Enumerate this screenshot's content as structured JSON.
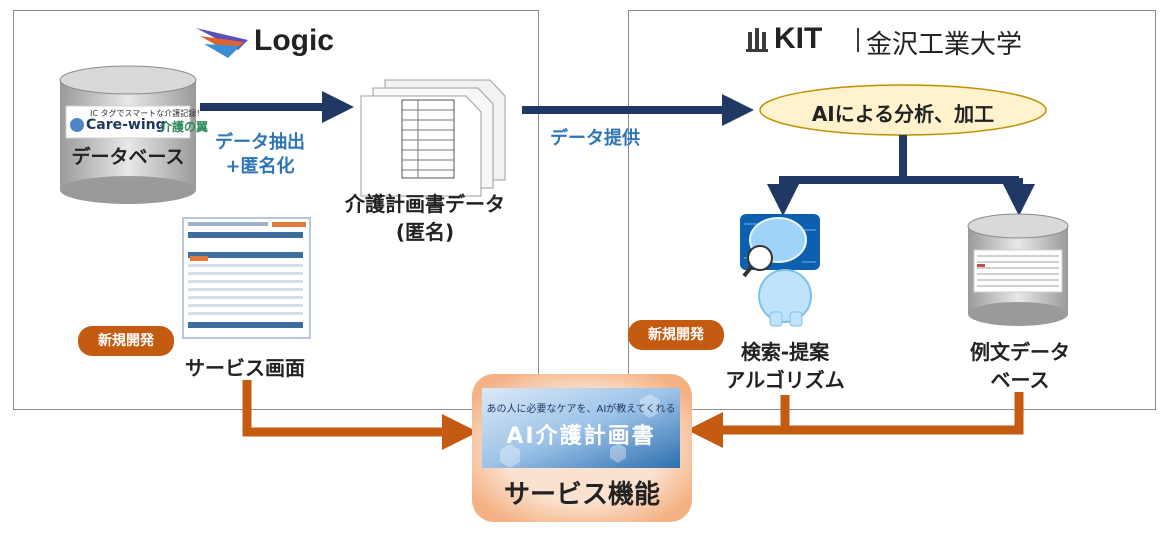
{
  "logos": {
    "logic": "Logic",
    "kit_mark": "KIT",
    "kit_name": "金沢工業大学"
  },
  "left": {
    "careWing_small": "IC タグでスマートな介護記録！",
    "careWing_brand": "Care-wing",
    "careWing_sub": "介護の翼",
    "database_label": "データベース",
    "arrow1_label_line1": "データ抽出",
    "arrow1_label_line2": "+匿名化",
    "docs_label_line1": "介護計画書データ",
    "docs_label_line2": "(匿名)",
    "badge": "新規開発",
    "screen_label": "サービス画面"
  },
  "middle": {
    "arrow2_label": "データ提供"
  },
  "right": {
    "ai_oval": "AIによる分析、加工",
    "badge": "新規開発",
    "search_label_line1": "検索-提案",
    "search_label_line2": "アルゴリズム",
    "examples_label_line1": "例文データ",
    "examples_label_line2": "ベース"
  },
  "bottom": {
    "banner_sub": "あの人に必要なケアを、AIが教えてくれる",
    "banner_title": "AI介護計画書",
    "service_label": "サービス機能"
  },
  "colors": {
    "navy": "#1f3864",
    "orange": "#c55a11",
    "oval_fill": "#fff2cc",
    "glow": "#f8cbad"
  }
}
